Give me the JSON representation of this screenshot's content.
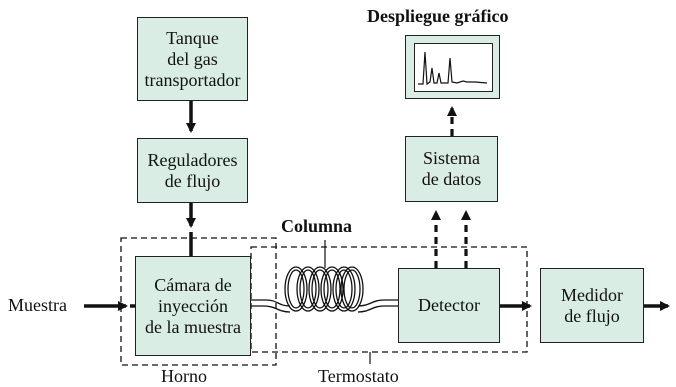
{
  "boxes": {
    "gas_tank": "Tanque\ndel gas\ntransportador",
    "flow_regulators": "Reguladores\nde flujo",
    "injection_chamber": "Cámara de\ninyección\nde la muestra",
    "data_system": "Sistema\nde datos",
    "detector": "Detector",
    "flow_meter": "Medidor\nde flujo"
  },
  "labels": {
    "display_title": "Despliegue gráfico",
    "column": "Columna",
    "sample": "Muestra",
    "oven": "Horno",
    "thermostat": "Termostato"
  },
  "colors": {
    "box_fill": "#d9ede5",
    "stroke": "#222222"
  }
}
